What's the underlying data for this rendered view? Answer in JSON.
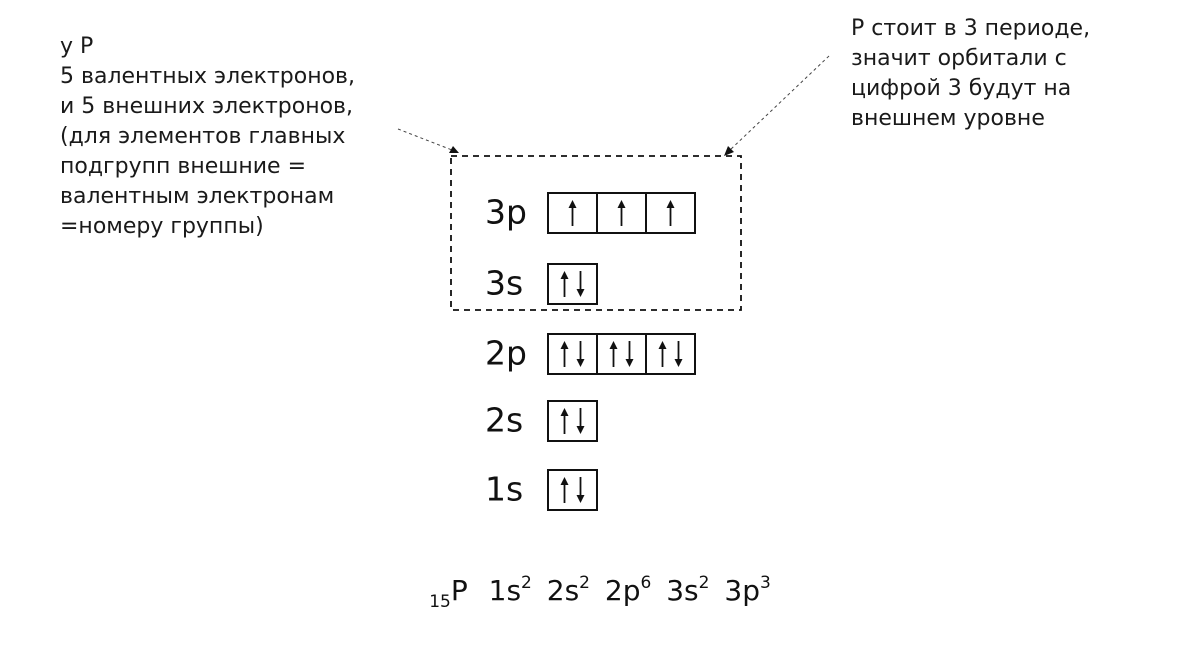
{
  "notes": {
    "left": [
      "у Р",
      "5 валентных электронов,",
      "и 5 внешних электронов,",
      "(для элементов главных",
      "подгрупп внешние =",
      "валентным электронам",
      "=номеру группы)"
    ],
    "right": [
      "Р стоит в 3 периоде,",
      "значит орбитали с",
      "цифрой 3 будут на",
      "внешнем уровне"
    ]
  },
  "orbitals": [
    {
      "label": "3p",
      "boxes": [
        [
          "up"
        ],
        [
          "up"
        ],
        [
          "up"
        ]
      ],
      "outer": true
    },
    {
      "label": "3s",
      "boxes": [
        [
          "up",
          "down"
        ]
      ],
      "outer": true
    },
    {
      "label": "2p",
      "boxes": [
        [
          "up",
          "down"
        ],
        [
          "up",
          "down"
        ],
        [
          "up",
          "down"
        ]
      ],
      "outer": false
    },
    {
      "label": "2s",
      "boxes": [
        [
          "up",
          "down"
        ]
      ],
      "outer": false
    },
    {
      "label": "1s",
      "boxes": [
        [
          "up",
          "down"
        ]
      ],
      "outer": false
    }
  ],
  "formula": {
    "atomic_number": "15",
    "element": "P",
    "terms": [
      {
        "orbital": "1s",
        "electrons": "2"
      },
      {
        "orbital": "2s",
        "electrons": "2"
      },
      {
        "orbital": "2p",
        "electrons": "6"
      },
      {
        "orbital": "3s",
        "electrons": "2"
      },
      {
        "orbital": "3p",
        "electrons": "3"
      }
    ]
  }
}
